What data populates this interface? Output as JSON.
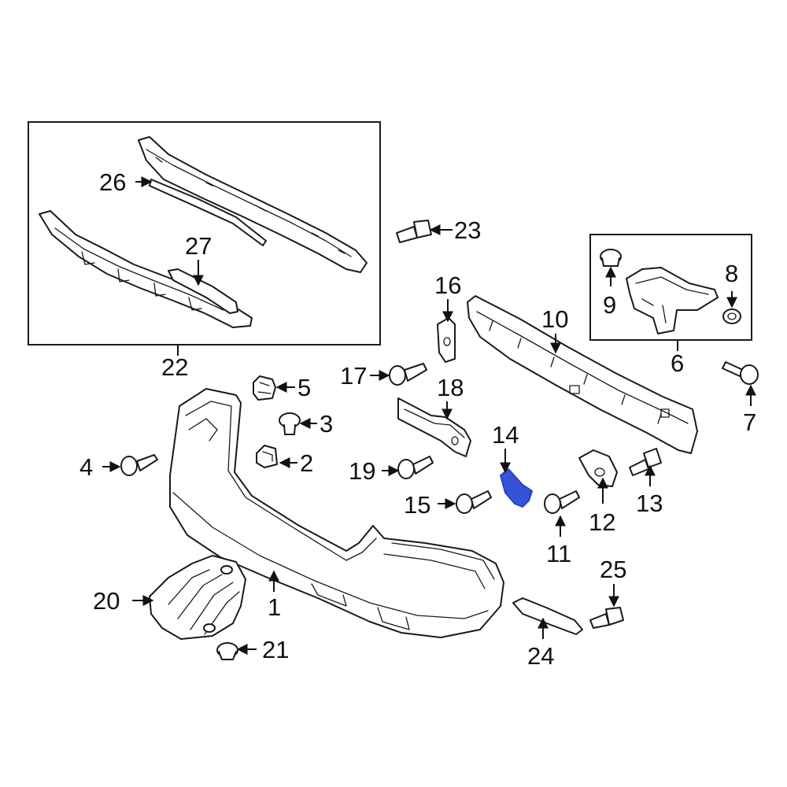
{
  "colors": {
    "line": "#1a1a1a",
    "highlight": "#2b3fc6",
    "highlight_fill": "#3552d8",
    "background": "#ffffff"
  },
  "highlighted_part": "14",
  "callouts": {
    "c1": "1",
    "c2": "2",
    "c3": "3",
    "c4": "4",
    "c5": "5",
    "c6": "6",
    "c7": "7",
    "c8": "8",
    "c9": "9",
    "c10": "10",
    "c11": "11",
    "c12": "12",
    "c13": "13",
    "c14": "14",
    "c15": "15",
    "c16": "16",
    "c17": "17",
    "c18": "18",
    "c19": "19",
    "c20": "20",
    "c21": "21",
    "c22": "22",
    "c23": "23",
    "c24": "24",
    "c25": "25",
    "c26": "26",
    "c27": "27"
  }
}
